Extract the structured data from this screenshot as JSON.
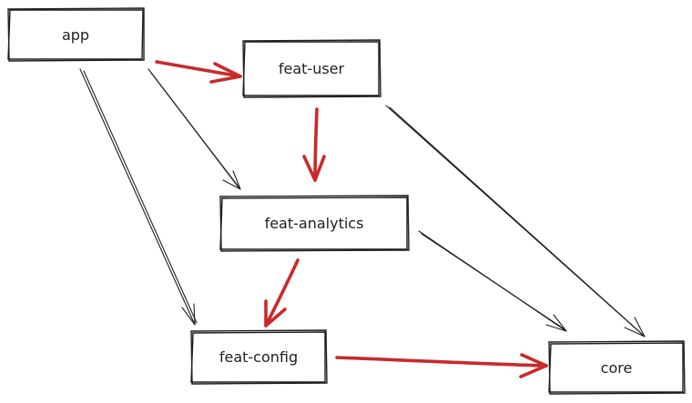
{
  "diagram": {
    "nodes": {
      "app": "app",
      "feat_user": "feat-user",
      "feat_analytics": "feat-analytics",
      "feat_config": "feat-config",
      "core": "core"
    },
    "edges": [
      {
        "from": "app",
        "to": "feat-user",
        "style": "highlighted"
      },
      {
        "from": "app",
        "to": "feat-analytics",
        "style": "normal"
      },
      {
        "from": "app",
        "to": "feat-config",
        "style": "normal"
      },
      {
        "from": "feat-user",
        "to": "feat-analytics",
        "style": "highlighted"
      },
      {
        "from": "feat-user",
        "to": "core",
        "style": "normal"
      },
      {
        "from": "feat-analytics",
        "to": "feat-config",
        "style": "highlighted"
      },
      {
        "from": "feat-analytics",
        "to": "core",
        "style": "normal"
      },
      {
        "from": "feat-config",
        "to": "core",
        "style": "highlighted"
      }
    ],
    "colors": {
      "highlight": "#c92a2a",
      "normal": "#1e1e1e",
      "background": "#ffffff"
    }
  }
}
